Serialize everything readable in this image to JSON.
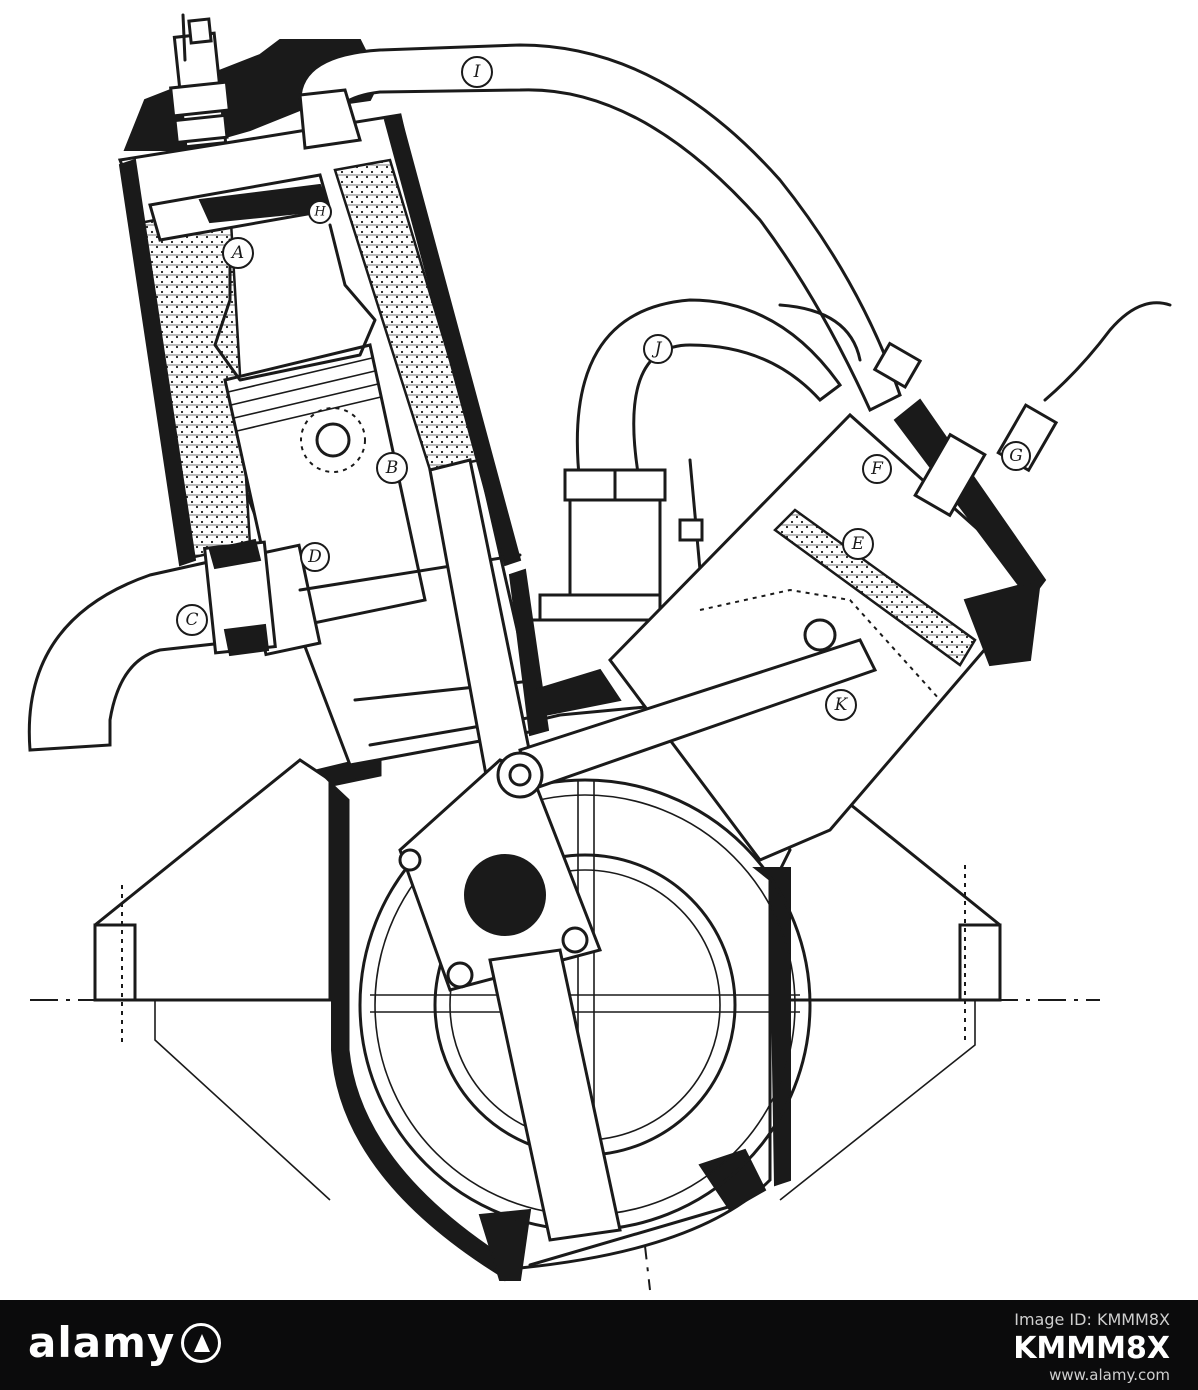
{
  "callouts": {
    "A": "A",
    "B": "B",
    "C": "C",
    "D": "D",
    "E": "E",
    "F": "F",
    "G": "G",
    "H": "H",
    "I": "I",
    "J": "J",
    "K": "K"
  },
  "footer": {
    "brand": "alamy",
    "image_id_label": "Image ID: KMMM8X",
    "image_id_value": "KMMM8X",
    "url": "www.alamy.com"
  }
}
